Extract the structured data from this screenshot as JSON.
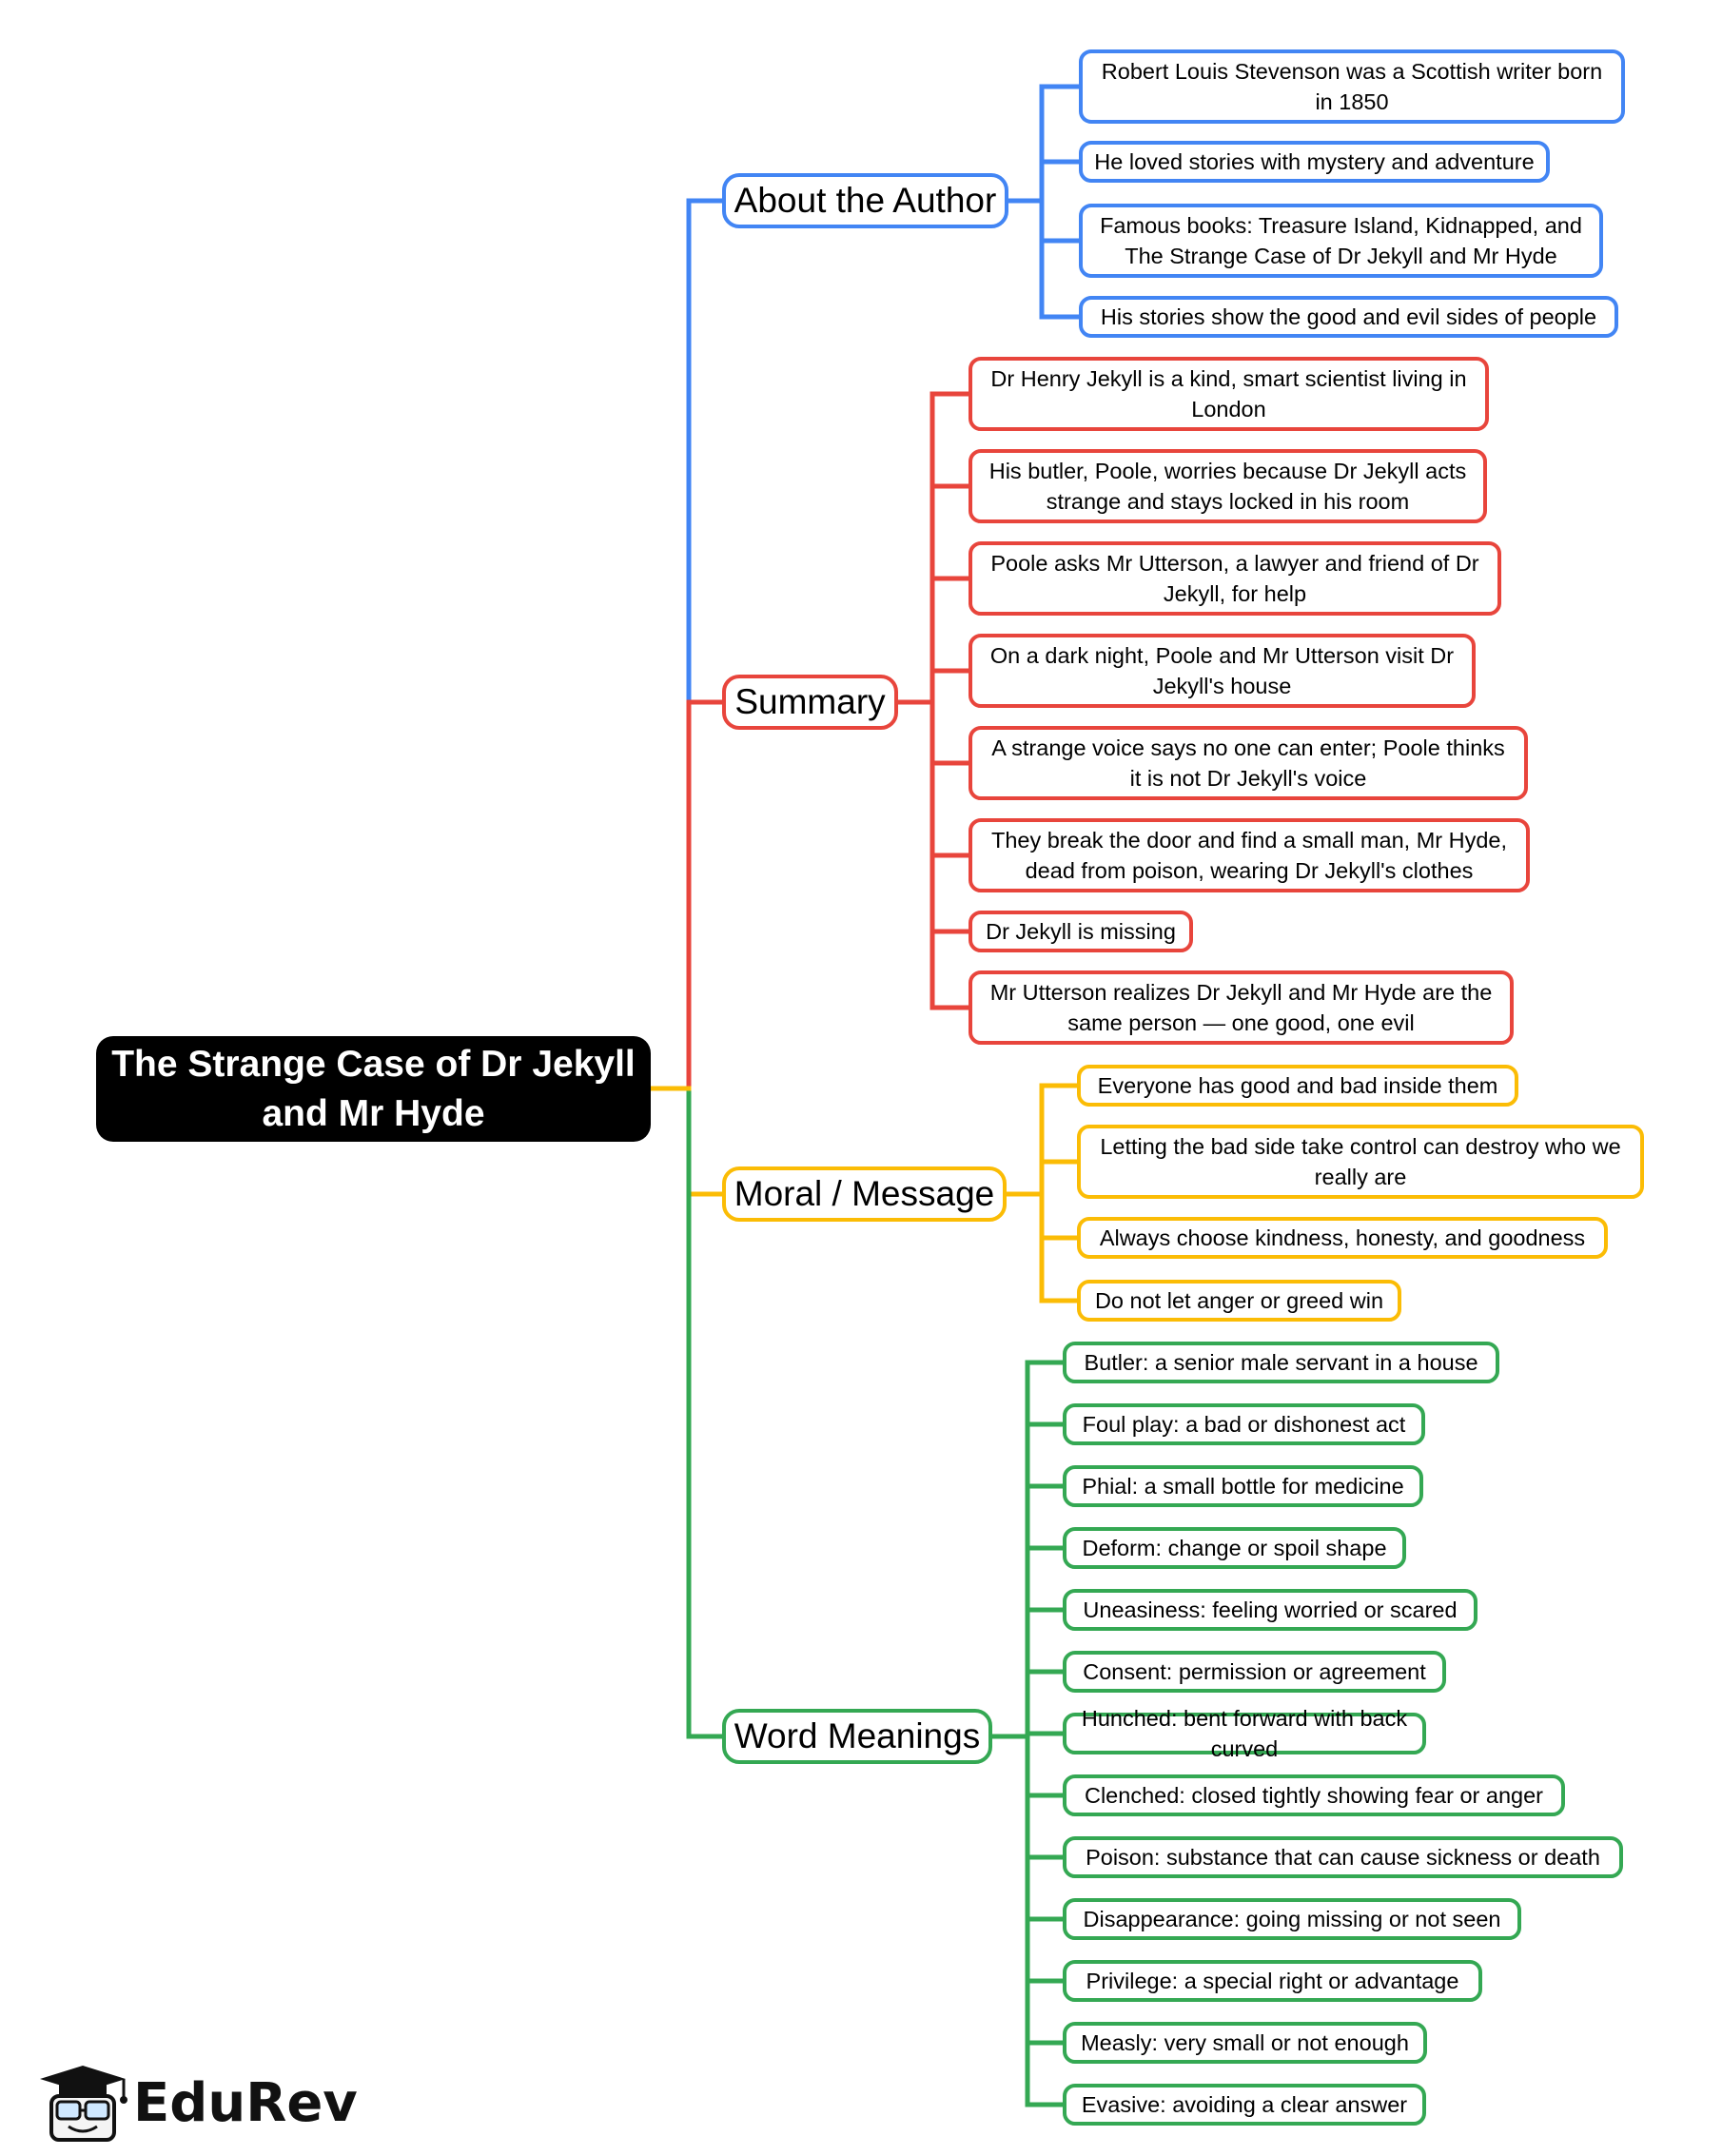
{
  "root": {
    "title": "The Strange Case of Dr Jekyll and Mr Hyde"
  },
  "colors": {
    "author": "#4285F4",
    "summary": "#E8453C",
    "moral": "#FBBC05",
    "words": "#34A853"
  },
  "branches": [
    {
      "key": "author",
      "label": "About the Author",
      "color": "#4285F4",
      "items": [
        "Robert Louis Stevenson was a Scottish writer born in 1850",
        "He loved stories with mystery and adventure",
        "Famous books: Treasure Island, Kidnapped, and The Strange Case of Dr Jekyll and Mr Hyde",
        "His stories show the good and evil sides of people"
      ]
    },
    {
      "key": "summary",
      "label": "Summary",
      "color": "#E8453C",
      "items": [
        "Dr Henry Jekyll is a kind, smart scientist living in London",
        "His butler, Poole, worries because Dr Jekyll acts strange and stays locked in his room",
        "Poole asks Mr Utterson, a lawyer and friend of Dr Jekyll, for help",
        "On a dark night, Poole and Mr Utterson visit Dr Jekyll's house",
        "A strange voice says no one can enter; Poole thinks it is not Dr Jekyll's voice",
        "They break the door and find a small man, Mr Hyde, dead from poison, wearing Dr Jekyll's clothes",
        "Dr Jekyll is missing",
        "Mr Utterson realizes Dr Jekyll and Mr Hyde are the same person — one good, one evil"
      ]
    },
    {
      "key": "moral",
      "label": "Moral / Message",
      "color": "#FBBC05",
      "items": [
        "Everyone has good and bad inside them",
        "Letting the bad side take control can destroy who we really are",
        "Always choose kindness, honesty, and goodness",
        "Do not let anger or greed win"
      ]
    },
    {
      "key": "words",
      "label": "Word Meanings",
      "color": "#34A853",
      "items": [
        "Butler: a senior male servant in a house",
        "Foul play: a bad or dishonest act",
        "Phial: a small bottle for medicine",
        "Deform: change or spoil shape",
        "Uneasiness: feeling worried or scared",
        "Consent: permission or agreement",
        "Hunched: bent forward with back curved",
        "Clenched: closed tightly showing fear or anger",
        "Poison: substance that can cause sickness or death",
        "Disappearance: going missing or not seen",
        "Privilege: a special right or advantage",
        "Measly: very small or not enough",
        "Evasive: avoiding a clear answer"
      ]
    }
  ],
  "brand": {
    "name": "EduRev",
    "icon": "graduation-cap-mascot-icon"
  }
}
